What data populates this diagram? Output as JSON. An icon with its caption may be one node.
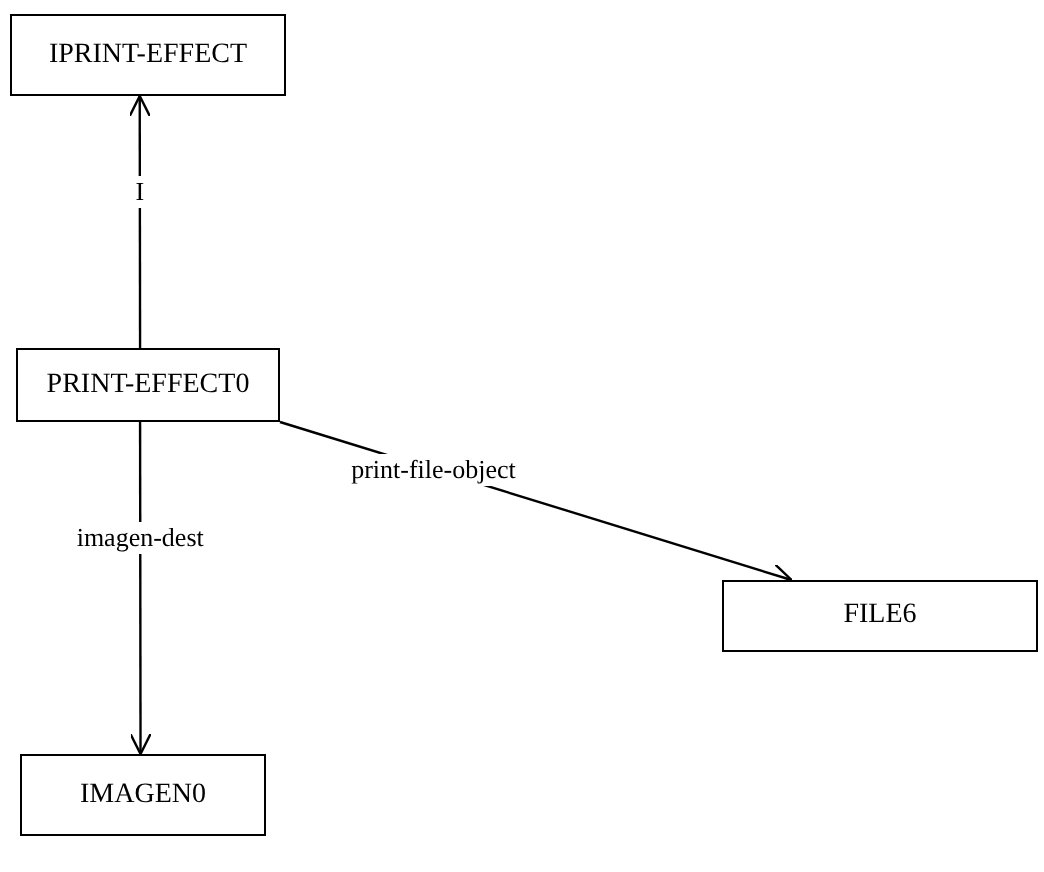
{
  "diagram": {
    "nodes": [
      {
        "text": [
          "IPRINT-EFFECT"
        ]
      },
      {
        "text": [
          "PRINT-EFFECT0"
        ]
      },
      {
        "text": [
          "FILE6"
        ]
      },
      {
        "text": [
          "IMAGEN0"
        ]
      }
    ],
    "edges": [
      {
        "from": 1,
        "to": 0,
        "arrow": "to",
        "label": "I"
      },
      {
        "from": 1,
        "to": 2,
        "arrow": "to",
        "label": "print-file-object"
      },
      {
        "from": 1,
        "to": 3,
        "arrow": "to",
        "label": "imagen-dest"
      }
    ]
  }
}
